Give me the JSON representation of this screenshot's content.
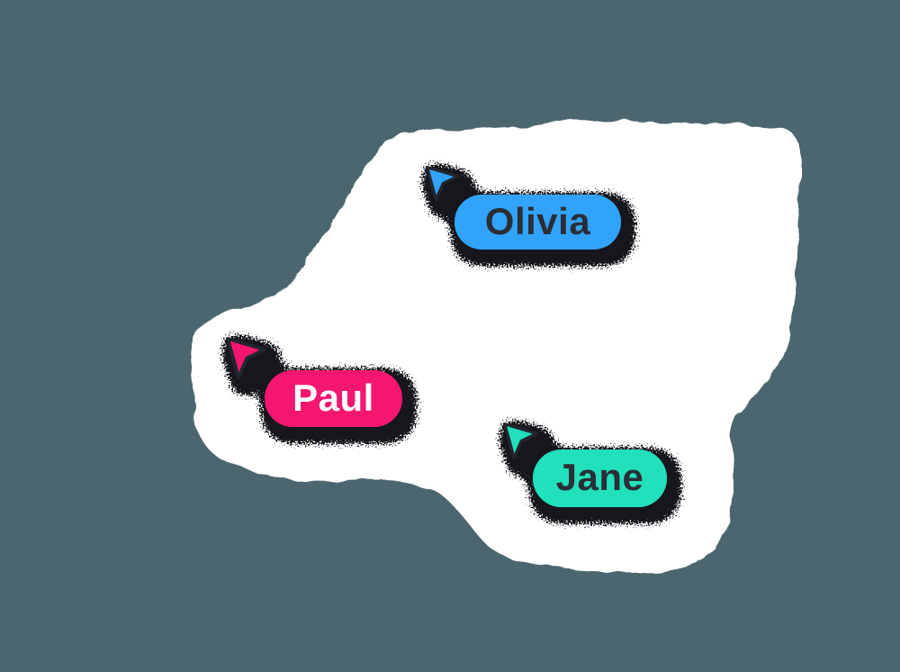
{
  "canvas": {
    "background_color": "#4C6670",
    "panel_color": "#FFFFFF",
    "shadow_color": "#17181D",
    "outline_color": "#23252E"
  },
  "cursors": [
    {
      "id": "olivia",
      "name": "Olivia",
      "pointer_icon": "cursor-arrow-icon",
      "bubble_color": "#33A3FB",
      "text_color": "#2A2D36"
    },
    {
      "id": "paul",
      "name": "Paul",
      "pointer_icon": "cursor-arrow-icon",
      "bubble_color": "#F5146F",
      "text_color": "#FFFFFF"
    },
    {
      "id": "jane",
      "name": "Jane",
      "pointer_icon": "cursor-arrow-icon",
      "bubble_color": "#24E0BC",
      "text_color": "#2A2D36"
    }
  ]
}
